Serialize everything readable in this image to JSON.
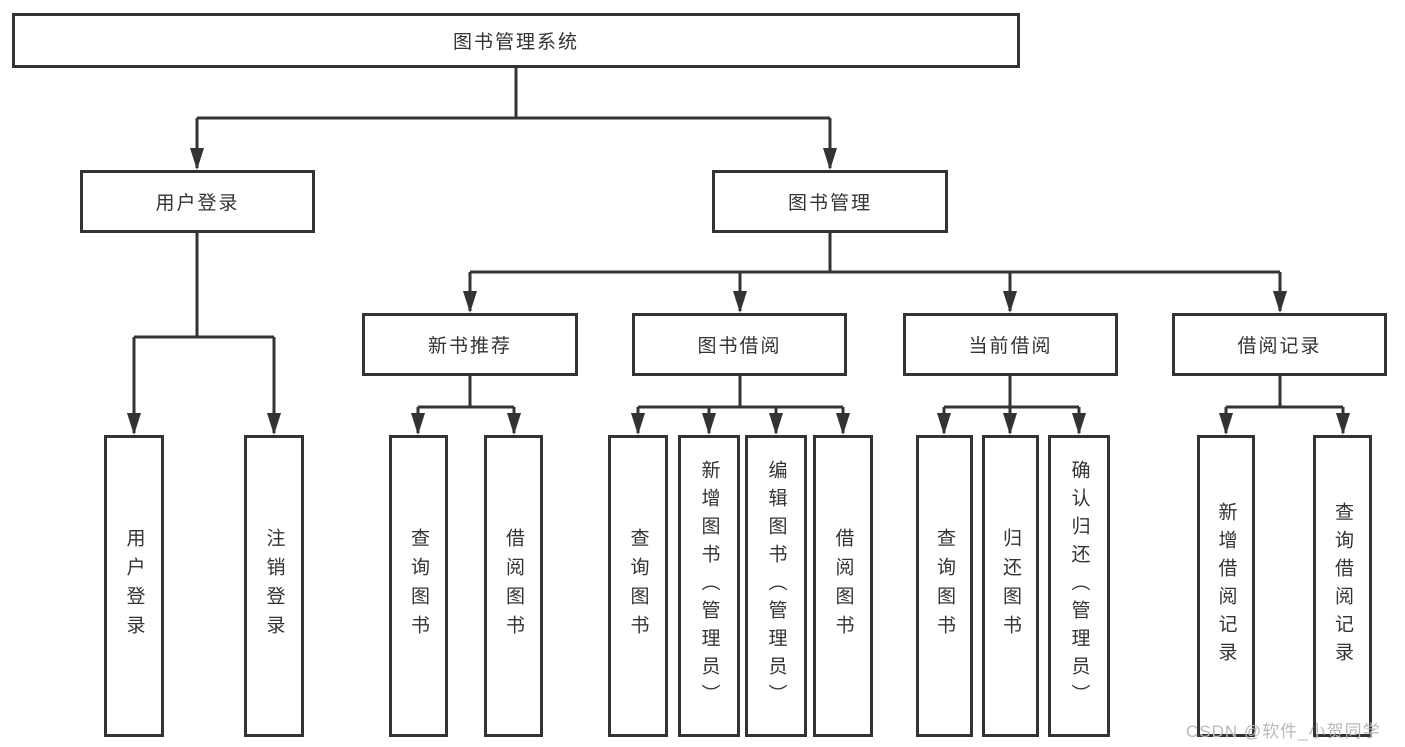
{
  "diagram": {
    "root": {
      "label": "图书管理系统",
      "children": [
        {
          "label": "用户登录",
          "children": [
            {
              "label": "用户登录"
            },
            {
              "label": "注销登录"
            }
          ]
        },
        {
          "label": "图书管理",
          "children": [
            {
              "label": "新书推荐",
              "children": [
                {
                  "label": "查询图书"
                },
                {
                  "label": "借阅图书"
                }
              ]
            },
            {
              "label": "图书借阅",
              "children": [
                {
                  "label": "查询图书"
                },
                {
                  "label": "新增图书（管理员）"
                },
                {
                  "label": "编辑图书（管理员）"
                },
                {
                  "label": "借阅图书"
                }
              ]
            },
            {
              "label": "当前借阅",
              "children": [
                {
                  "label": "查询图书"
                },
                {
                  "label": "归还图书"
                },
                {
                  "label": "确认归还（管理员）"
                }
              ]
            },
            {
              "label": "借阅记录",
              "children": [
                {
                  "label": "新增借阅记录"
                },
                {
                  "label": "查询借阅记录"
                }
              ]
            }
          ]
        }
      ]
    }
  },
  "watermark": {
    "text": "CSDN @软件_小贺同学"
  },
  "colors": {
    "line": "#333333",
    "box_border": "#333333",
    "text": "#333333",
    "background": "#ffffff",
    "watermark": "#b9b9b9"
  }
}
